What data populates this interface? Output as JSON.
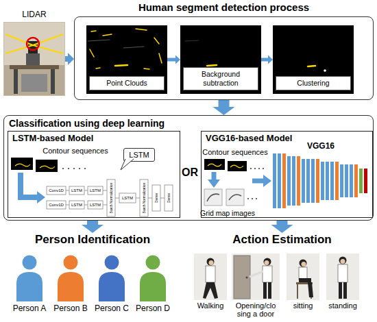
{
  "diagram": {
    "nodes": [
      {
        "text": [
          "LIDAR"
        ]
      },
      {
        "text": [
          "Human segment detection process"
        ]
      },
      {
        "text": [
          "Point Clouds"
        ],
        "in": 1
      },
      {
        "text": [
          "Background subtraction"
        ],
        "in": 1
      },
      {
        "text": [
          "Clustering"
        ],
        "in": 1
      },
      {
        "text": [
          "Classification using deep learning"
        ]
      },
      {
        "text": [
          "LSTM-based Model"
        ],
        "in": 5
      },
      {
        "text": [
          "LSTM"
        ],
        "in": 6
      },
      {
        "text": [
          "VGG16-based Model"
        ],
        "in": 5
      },
      {
        "text": [
          "Person Identification"
        ]
      },
      {
        "text": [
          "Person A"
        ],
        "in": 9
      },
      {
        "text": [
          "Person B"
        ],
        "in": 9
      },
      {
        "text": [
          "Person C"
        ],
        "in": 9
      },
      {
        "text": [
          "Person D"
        ],
        "in": 9
      },
      {
        "text": [
          "Action Estimation"
        ]
      },
      {
        "text": [
          "Walking"
        ],
        "in": 14
      },
      {
        "text": [
          "Opening/clo sing a door"
        ],
        "in": 14
      },
      {
        "text": [
          "sitting"
        ],
        "in": 14
      },
      {
        "text": [
          "standing"
        ],
        "in": 14
      }
    ],
    "edges": [
      {
        "from": 0,
        "to": 1,
        "arrow": "to"
      },
      {
        "from": 2,
        "to": 3,
        "arrow": "to"
      },
      {
        "from": 3,
        "to": 4,
        "arrow": "to"
      },
      {
        "from": 1,
        "to": 5,
        "arrow": "to"
      },
      {
        "from": 5,
        "to": 9,
        "arrow": "to"
      },
      {
        "from": 5,
        "to": 14,
        "arrow": "to"
      }
    ],
    "labels": [
      "OR",
      "Contour sequences",
      "Conv1D",
      "Conv1D",
      "LSTM",
      "LSTM",
      "LSTM",
      "LSTM",
      "Batch Normalization",
      "LSTM",
      "Batch Normalization",
      "Dense",
      "Dense",
      "Contour sequences",
      "VGG16",
      "Grid map images"
    ]
  }
}
